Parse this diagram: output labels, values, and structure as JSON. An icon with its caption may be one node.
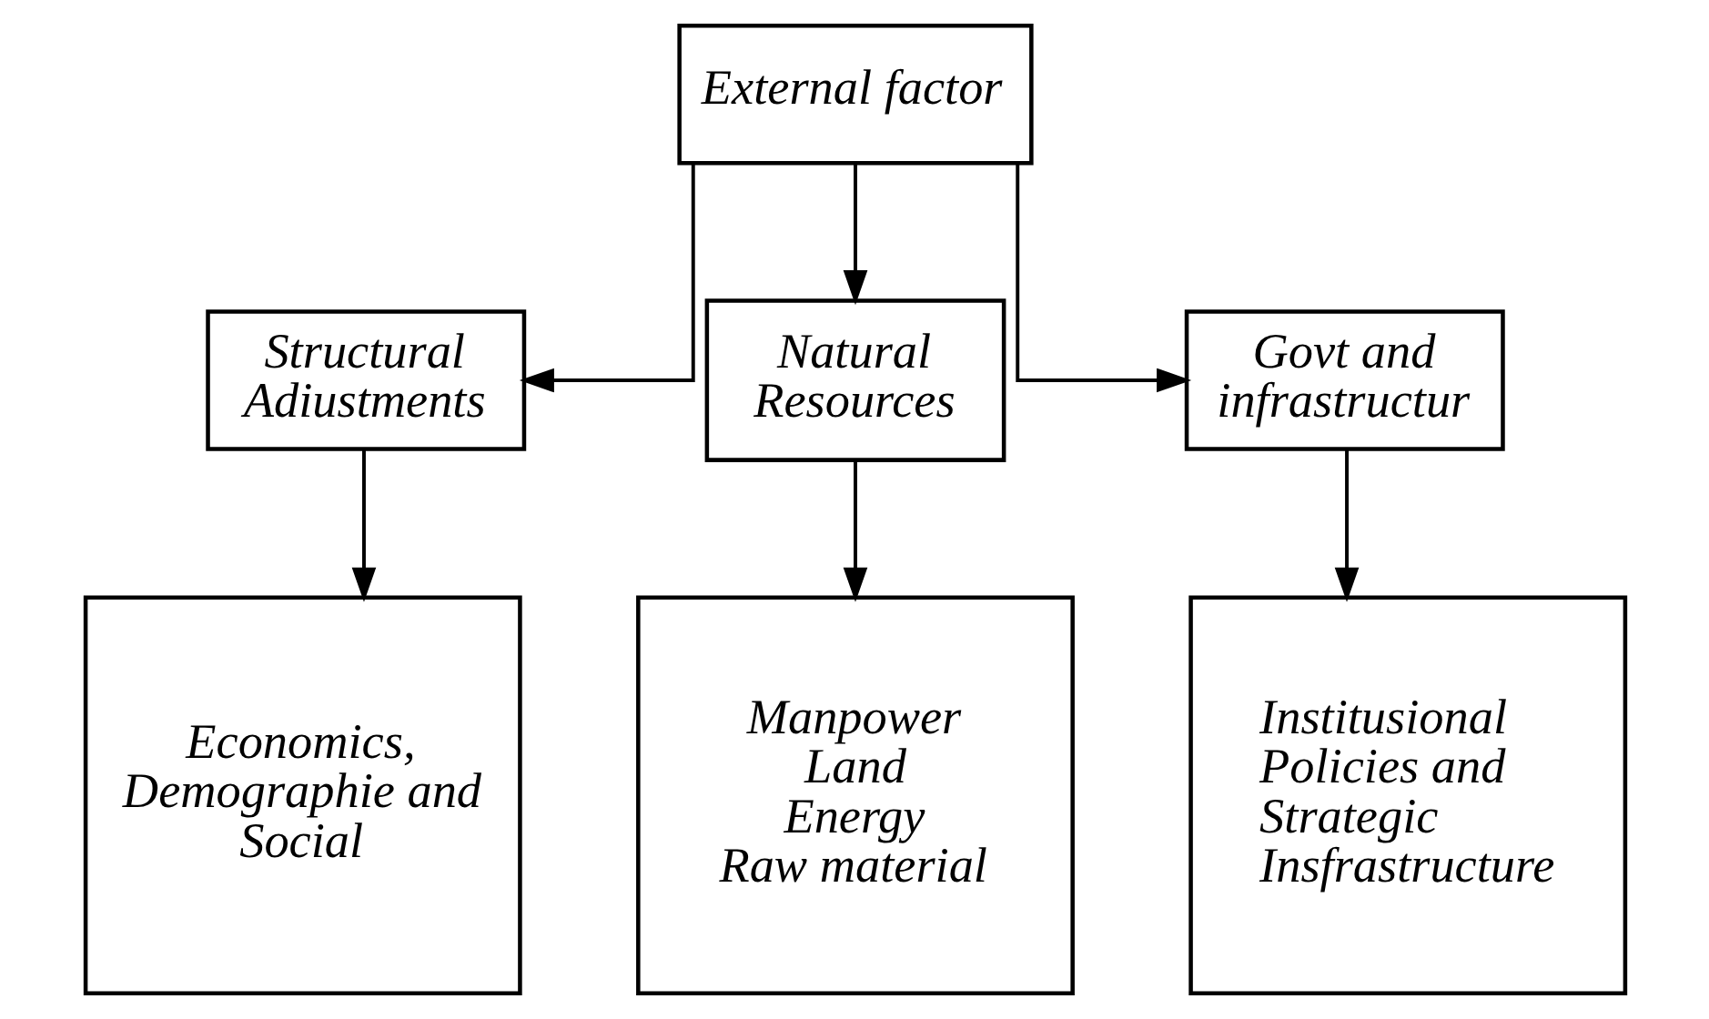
{
  "diagram": {
    "nodes": [
      {
        "text": [
          "External factor"
        ]
      },
      {
        "text": [
          "Structural Adiustments"
        ]
      },
      {
        "text": [
          "Natural Resources"
        ]
      },
      {
        "text": [
          "Govt and infrastructur"
        ]
      },
      {
        "text": [
          "Economics, Demographie and Social"
        ]
      },
      {
        "text": [
          "Manpower",
          "Land",
          "Energy",
          "Raw material"
        ]
      },
      {
        "text": [
          "Institusional Policies and Strategic Insfrastructure"
        ]
      }
    ],
    "edges": [
      {
        "from": 0,
        "to": 1,
        "arrow": "to"
      },
      {
        "from": 0,
        "to": 2,
        "arrow": "to"
      },
      {
        "from": 0,
        "to": 3,
        "arrow": "to"
      },
      {
        "from": 1,
        "to": 4,
        "arrow": "to"
      },
      {
        "from": 2,
        "to": 5,
        "arrow": "to"
      },
      {
        "from": 3,
        "to": 6,
        "arrow": "to"
      }
    ]
  }
}
